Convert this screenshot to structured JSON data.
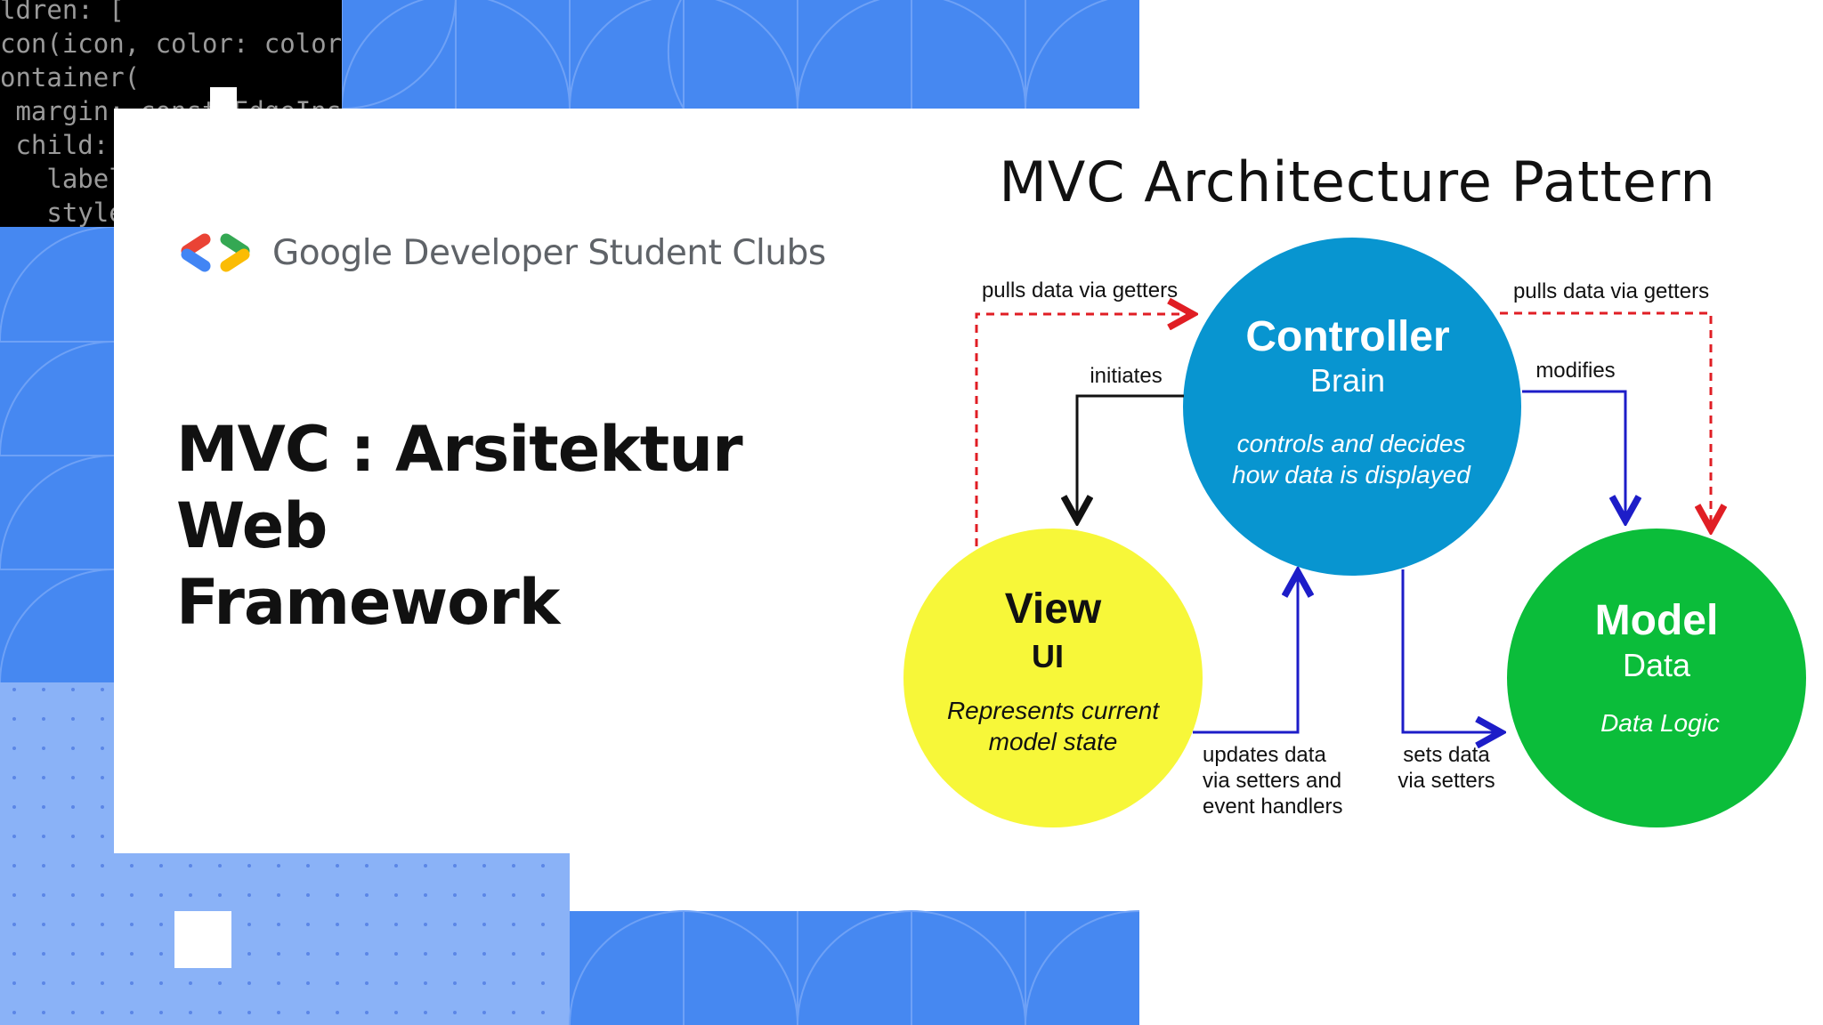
{
  "code_snippet": [
    "ldren: [",
    "con(icon, color: color",
    "ontainer(",
    " margin: const EdgeIns",
    " child: Text(",
    "   label",
    "   style"
  ],
  "brand": {
    "logo_icon": "gdsc-brackets-logo-icon",
    "name": "Google Developer Student Clubs"
  },
  "slide": {
    "title_line1": "MVC : Arsitektur Web",
    "title_line2": "Framework"
  },
  "diagram": {
    "title": "MVC Architecture Pattern",
    "nodes": {
      "controller": {
        "name": "Controller",
        "role": "Brain",
        "desc_line1": "controls and decides",
        "desc_line2": "how data is displayed",
        "color": "#0895d0"
      },
      "view": {
        "name": "View",
        "role": "UI",
        "desc_line1": "Represents current",
        "desc_line2": "model state",
        "color": "#f7f739"
      },
      "model": {
        "name": "Model",
        "role": "Data",
        "desc_line1": "Data Logic",
        "color": "#0bbd3a"
      }
    },
    "edges": {
      "view_to_controller_getters": "pulls data via getters",
      "model_to_controller_getters": "pulls data via getters",
      "initiates": "initiates",
      "modifies": "modifies",
      "updates_line1": "updates data",
      "updates_line2": "via setters and",
      "updates_line3": "event handlers",
      "sets_line1": "sets data",
      "sets_line2": "via setters"
    },
    "colors": {
      "getters": "#e01e24",
      "initiates": "#111111",
      "setters": "#1d1dc8"
    }
  }
}
